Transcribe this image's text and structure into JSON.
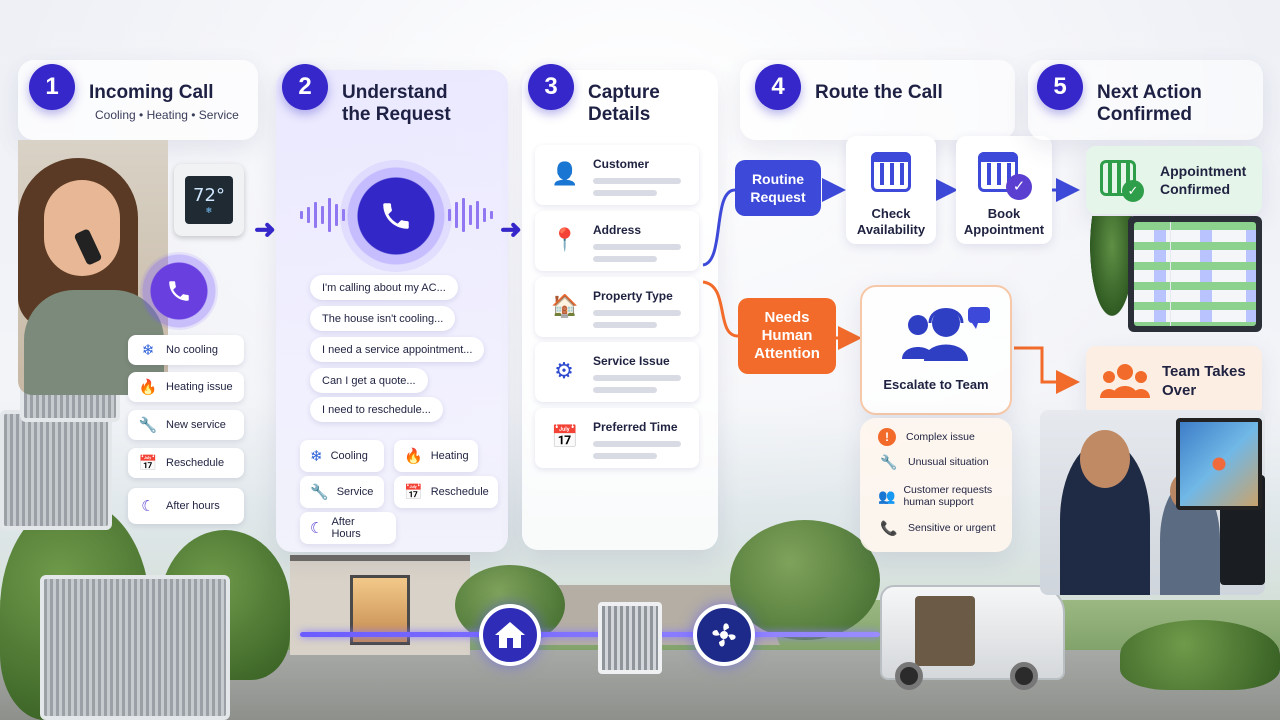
{
  "steps": [
    {
      "num": "1",
      "title_line1": "Incoming Call",
      "subtitle": "Cooling • Heating • Service"
    },
    {
      "num": "2",
      "title_line1": "Understand",
      "title_line2": "the Request"
    },
    {
      "num": "3",
      "title_line1": "Capture",
      "title_line2": "Details"
    },
    {
      "num": "4",
      "title_line1": "Route the Call"
    },
    {
      "num": "5",
      "title_line1": "Next Action",
      "title_line2": "Confirmed"
    }
  ],
  "thermostat": {
    "temp": "72°",
    "icon": "snowflake-icon"
  },
  "call_reasons": [
    {
      "icon": "snowflake-icon",
      "glyph": "❄",
      "label": "No cooling",
      "color": "#2f62d8"
    },
    {
      "icon": "flame-icon",
      "glyph": "🔥",
      "label": "Heating issue",
      "color": "#e8602a"
    },
    {
      "icon": "wrench-icon",
      "glyph": "🔧",
      "label": "New service",
      "color": "#2f62d8"
    },
    {
      "icon": "calendar-icon",
      "glyph": "📅",
      "label": "Reschedule",
      "color": "#5a3fd0"
    },
    {
      "icon": "moon-icon",
      "glyph": "☾",
      "label": "After hours",
      "color": "#5a3fd0"
    }
  ],
  "utterances": [
    "I'm calling about my AC...",
    "The house isn't cooling...",
    "I need a service appointment...",
    "Can I get a quote...",
    "I need to reschedule..."
  ],
  "intents": [
    {
      "icon": "snowflake-icon",
      "glyph": "❄",
      "label": "Cooling",
      "color": "#2f62d8"
    },
    {
      "icon": "flame-icon",
      "glyph": "🔥",
      "label": "Heating",
      "color": "#e8602a"
    },
    {
      "icon": "wrench-icon",
      "glyph": "🔧",
      "label": "Service",
      "color": "#2f62d8"
    },
    {
      "icon": "calendar-icon",
      "glyph": "📅",
      "label": "Reschedule",
      "color": "#5a3fd0"
    },
    {
      "icon": "moon-icon",
      "glyph": "☾",
      "label": "After Hours",
      "color": "#5a3fd0"
    }
  ],
  "details": [
    {
      "icon": "person-icon",
      "glyph": "👤",
      "label": "Customer"
    },
    {
      "icon": "location-pin-icon",
      "glyph": "📍",
      "label": "Address"
    },
    {
      "icon": "house-icon",
      "glyph": "🏠",
      "label": "Property Type"
    },
    {
      "icon": "gear-icon",
      "glyph": "⚙",
      "label": "Service Issue"
    },
    {
      "icon": "calendar-icon",
      "glyph": "📅",
      "label": "Preferred Time"
    }
  ],
  "routing": {
    "routine_label": "Routine Request",
    "check_label": "Check Availability",
    "book_label": "Book Appointment",
    "confirmed_label": "Appointment Confirmed",
    "human_label": "Needs Human Attention",
    "escalate_label": "Escalate to Team",
    "team_label": "Team Takes Over",
    "escalation_reasons": [
      {
        "icon": "alert-icon",
        "glyph": "!",
        "label": "Complex issue"
      },
      {
        "icon": "wrench-icon",
        "glyph": "🔧",
        "label": "Unusual situation"
      },
      {
        "icon": "people-icon",
        "glyph": "👥",
        "label": "Customer requests human support"
      },
      {
        "icon": "phone-urgent-icon",
        "glyph": "📞",
        "label": "Sensitive or urgent"
      }
    ]
  },
  "colors": {
    "primary": "#3527c9",
    "routine_blue": "#3d49d8",
    "human_orange": "#f26b2a",
    "confirm_green": "#2f9e4a"
  }
}
